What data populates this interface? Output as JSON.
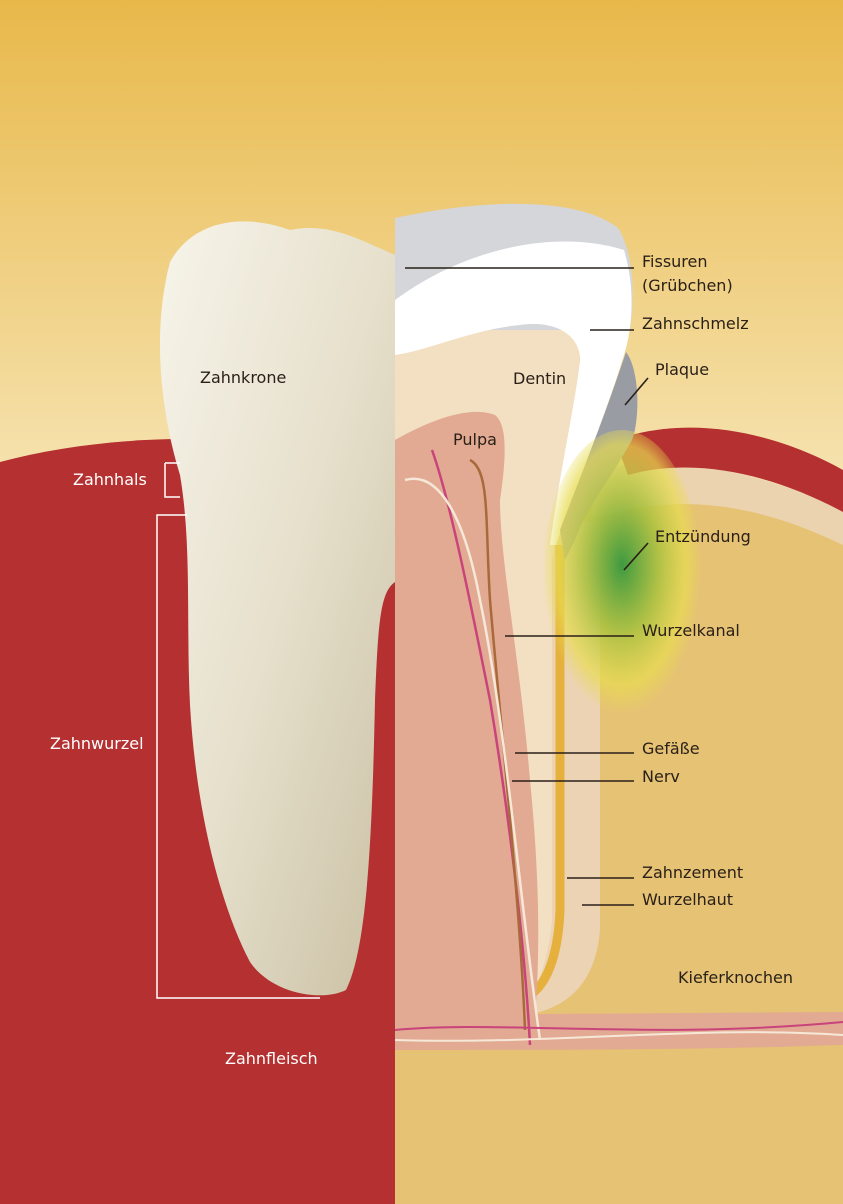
{
  "colors": {
    "sky_top": "#e8b84a",
    "sky_bottom": "#f6e3b0",
    "gum": "#b53030",
    "bone": "#e6c274",
    "enamel": "#ffffff",
    "dentin": "#f3e0c2",
    "pulp": "#e2aa92",
    "cement": "#e6b03c",
    "plaque": "#9a9ca4",
    "inflammation": "#5fa040"
  },
  "left_labels": {
    "crown": "Zahnkrone",
    "neck": "Zahnhals",
    "root": "Zahnwurzel",
    "gum": "Zahnfleisch"
  },
  "right_labels": {
    "fissures": "Fissuren",
    "fissures_sub": "(Grübchen)",
    "enamel": "Zahnschmelz",
    "plaque": "Plaque",
    "dentin": "Dentin",
    "pulp": "Pulpa",
    "inflammation": "Entzündung",
    "root_canal": "Wurzelkanal",
    "vessels": "Gefäße",
    "nerve": "Nerv",
    "cementum": "Zahnzement",
    "periodontium": "Wurzelhaut",
    "jawbone": "Kieferknochen"
  }
}
